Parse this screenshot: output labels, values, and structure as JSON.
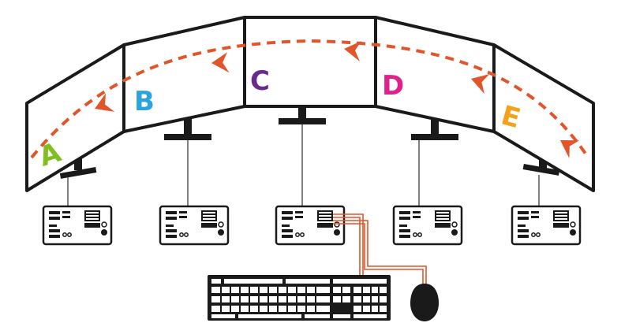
{
  "diagram": {
    "monitors": [
      {
        "id": "A",
        "label": "A",
        "color": "#7fbf20"
      },
      {
        "id": "B",
        "label": "B",
        "color": "#2aa3de"
      },
      {
        "id": "C",
        "label": "C",
        "color": "#6a2a8c"
      },
      {
        "id": "D",
        "label": "D",
        "color": "#e0218a"
      },
      {
        "id": "E",
        "label": "E",
        "color": "#f4a21a"
      }
    ],
    "computers": 5,
    "peripherals": [
      "keyboard-icon",
      "mouse-icon"
    ],
    "cursor_path_color": "#e2552a",
    "cable_color": "#e2552a",
    "device_color": "#1a1a1a"
  }
}
